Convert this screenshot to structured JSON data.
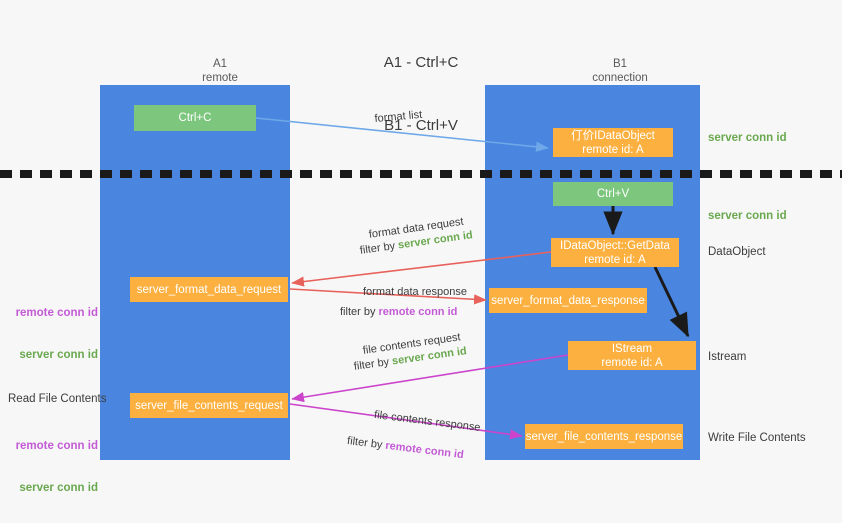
{
  "title": {
    "line1": "A1 - Ctrl+C",
    "line2": "B1 - Ctrl+V"
  },
  "columns": {
    "a1": {
      "name": "A1",
      "role": "remote",
      "header": "A1\nremote"
    },
    "b1": {
      "name": "B1",
      "role": "connection",
      "header": "B1\nconnection"
    }
  },
  "nodes": {
    "ctrl_c": "Ctrl+C",
    "idataobject": "仃价IDataObject\nremote id: A",
    "ctrl_v": "Ctrl+V",
    "getdata": "IDataObject::GetData\nremote id: A",
    "server_format_data_request": "server_format_data_request",
    "server_format_data_response": "server_format_data_response",
    "istream": "IStream\nremote id: A",
    "server_file_contents_request": "server_file_contents_request",
    "server_file_contents_response": "server_file_contents_response"
  },
  "side_labels": {
    "server_conn_id_1": "server conn id",
    "server_conn_id_2": "server conn id",
    "dataobject": "DataObject",
    "istream": "Istream",
    "write_file_contents": "Write File Contents",
    "read_file_contents": "Read File Contents",
    "left_remote_conn_id_1": "remote conn id",
    "left_server_conn_id_1": "server conn id",
    "left_remote_conn_id_2": "remote conn id",
    "left_server_conn_id_2": "server conn id"
  },
  "edges": {
    "format_list": "format list",
    "format_data_request": "format data request",
    "format_data_request_filter_prefix": "filter by ",
    "format_data_request_filter_key": "server conn id",
    "format_data_response": "format data response",
    "format_data_response_filter_prefix": "filter by ",
    "format_data_response_filter_key": "remote conn id",
    "file_contents_request": "file contents request",
    "file_contents_request_filter_prefix": "filter by ",
    "file_contents_request_filter_key": "server conn id",
    "file_contents_response": "file contents response",
    "file_contents_response_filter_prefix": "filter by ",
    "file_contents_response_filter_key": "remote conn id"
  },
  "colors": {
    "background": "#f7f7f7",
    "panel": "#4a86e0",
    "node_green": "#7dc67d",
    "node_orange": "#fbb040",
    "server_conn_id": "#6aa84f",
    "remote_conn_id": "#c45bd6",
    "arrow_blue": "#6fa8e8",
    "arrow_red": "#e8625c",
    "arrow_magenta": "#cc44cc",
    "arrow_black": "#1a1a1a",
    "separator": "#1a1a1a",
    "text": "#3c3c3c"
  }
}
